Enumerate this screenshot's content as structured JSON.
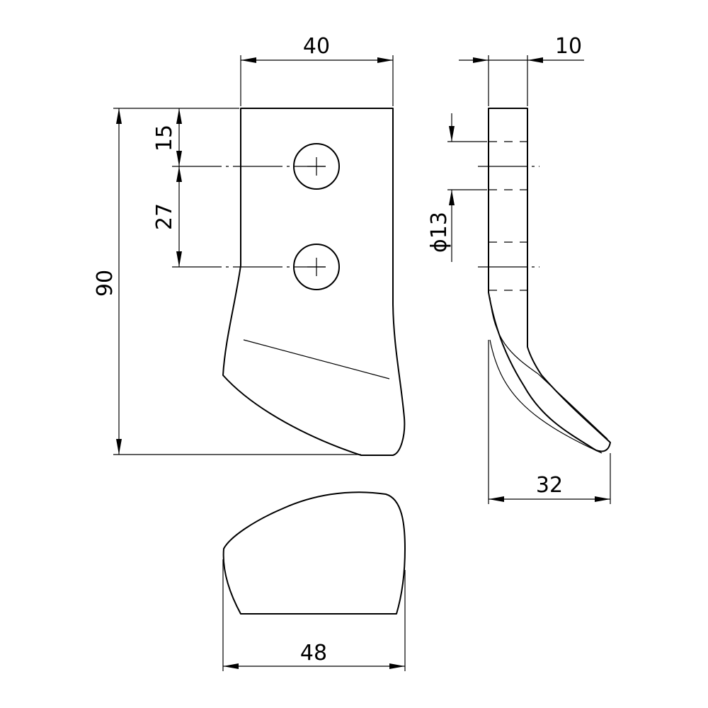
{
  "dimensions": {
    "width_front": "40",
    "thickness": "10",
    "hole_offset_top": "15",
    "hole_spacing": "27",
    "total_height": "90",
    "hole_diameter": "ϕ13",
    "side_depth": "32",
    "width_bottom": "48"
  },
  "colors": {
    "line": "#000000",
    "background": "#ffffff"
  }
}
